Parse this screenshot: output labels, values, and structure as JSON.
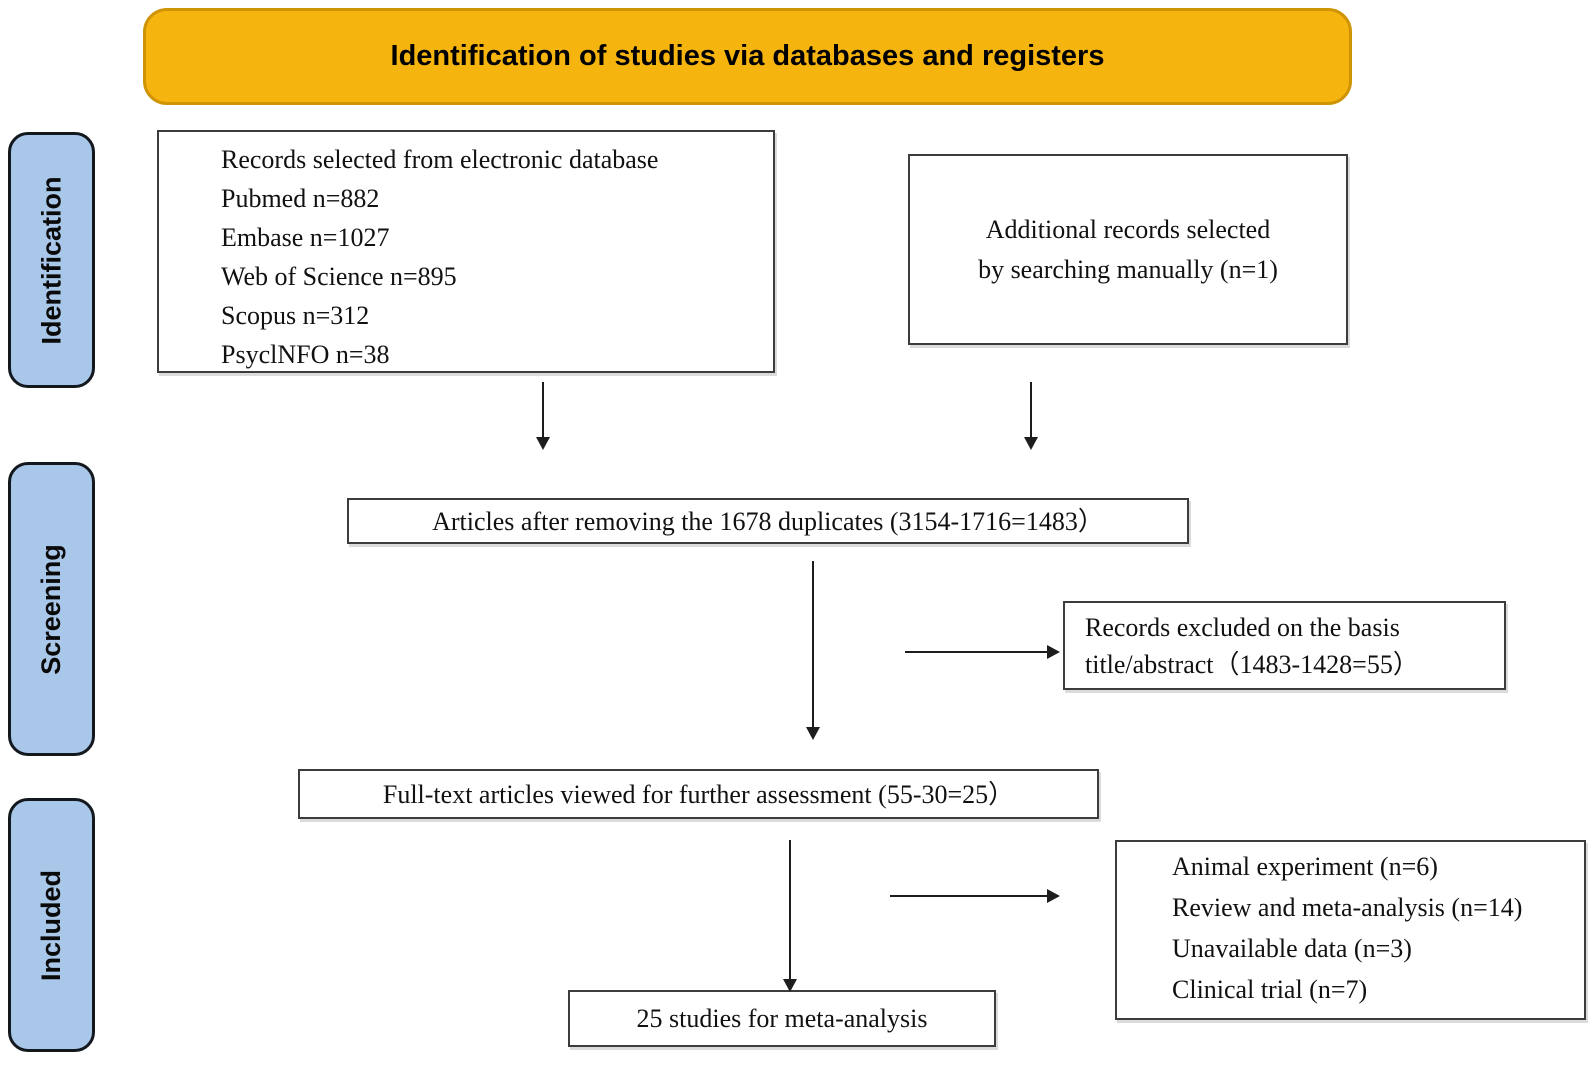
{
  "header": {
    "title": "Identification of studies via databases and registers"
  },
  "sidebar": {
    "stages": [
      {
        "label": "Identification"
      },
      {
        "label": "Screening"
      },
      {
        "label": "Included"
      }
    ]
  },
  "flow": {
    "databases_box": {
      "lines": [
        "Records selected from electronic database",
        "Pubmed n=882",
        "Embase n=1027",
        "Web of Science n=895",
        "Scopus n=312",
        "PsyclNFO n=38"
      ]
    },
    "manual_box": {
      "lines": [
        "Additional records selected",
        "by searching manually (n=1)"
      ]
    },
    "duplicates_box": {
      "text": "Articles after removing the 1678 duplicates (3154-1716=1483）"
    },
    "excluded_box": {
      "lines": [
        "Records excluded on the basis",
        "title/abstract（1483-1428=55）"
      ]
    },
    "fulltext_box": {
      "text": "Full-text articles viewed for further assessment (55-30=25）"
    },
    "reasons_box": {
      "lines": [
        "Animal experiment (n=6)",
        "Review and meta-analysis (n=14)",
        "Unavailable data (n=3)",
        "Clinical trial (n=7)"
      ]
    },
    "final_box": {
      "text": "25 studies for meta-analysis"
    }
  },
  "colors": {
    "banner_bg": "#F6B40F",
    "banner_border": "#CF9404",
    "stage_bg": "#A9C7E9",
    "box_border": "#3C3C3C",
    "text": "#111111"
  }
}
